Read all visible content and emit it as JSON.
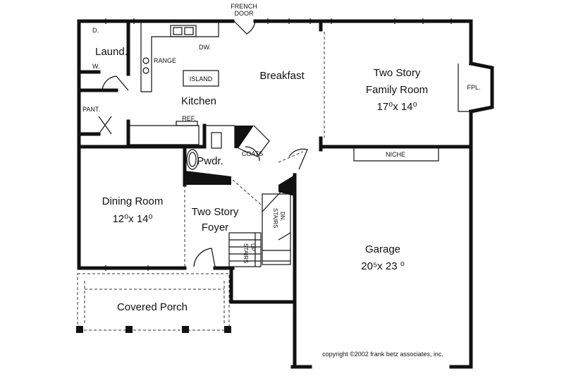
{
  "plan": {
    "french_door": [
      "FRENCH",
      "DOOR"
    ],
    "laundry": "Laund.",
    "laundry_d": "D.",
    "laundry_w": "W.",
    "range": "RANGE",
    "dishwasher": "DW.",
    "island": "ISLAND",
    "kitchen": "Kitchen",
    "breakfast": "Breakfast",
    "family_room": {
      "line1": "Two Story",
      "line2": "Family Room",
      "size": "17⁰x 14⁰"
    },
    "fireplace": "FPL.",
    "pantry": "PANT.",
    "refrigerator": "REF.",
    "coats": "COATS",
    "powder": "Pwdr.",
    "niche": "NICHE",
    "dining_room": {
      "name": "Dining Room",
      "size": "12⁰x 14⁰"
    },
    "foyer": {
      "line1": "Two Story",
      "line2": "Foyer"
    },
    "stairs_up": [
      "STAIRS",
      "UP"
    ],
    "stairs_down": [
      "STAIRS",
      "DN."
    ],
    "garage": {
      "name": "Garage",
      "size": "20⁵x 23 ⁰"
    },
    "covered_porch": "Covered Porch",
    "copyright": "copyright ©2002 frank betz associates, inc."
  }
}
